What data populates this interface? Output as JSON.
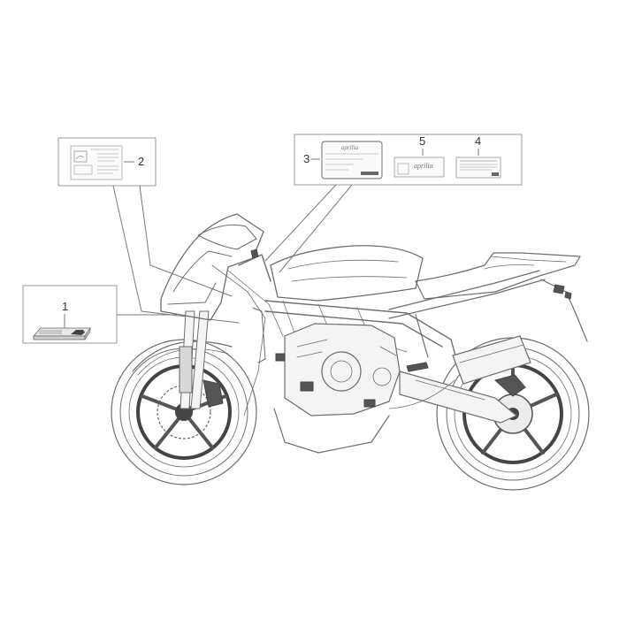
{
  "callouts": {
    "c1": "1",
    "c2": "2",
    "c3": "3",
    "c4": "4",
    "c5": "5"
  },
  "labels": {
    "brand_logo": "aprilia"
  }
}
